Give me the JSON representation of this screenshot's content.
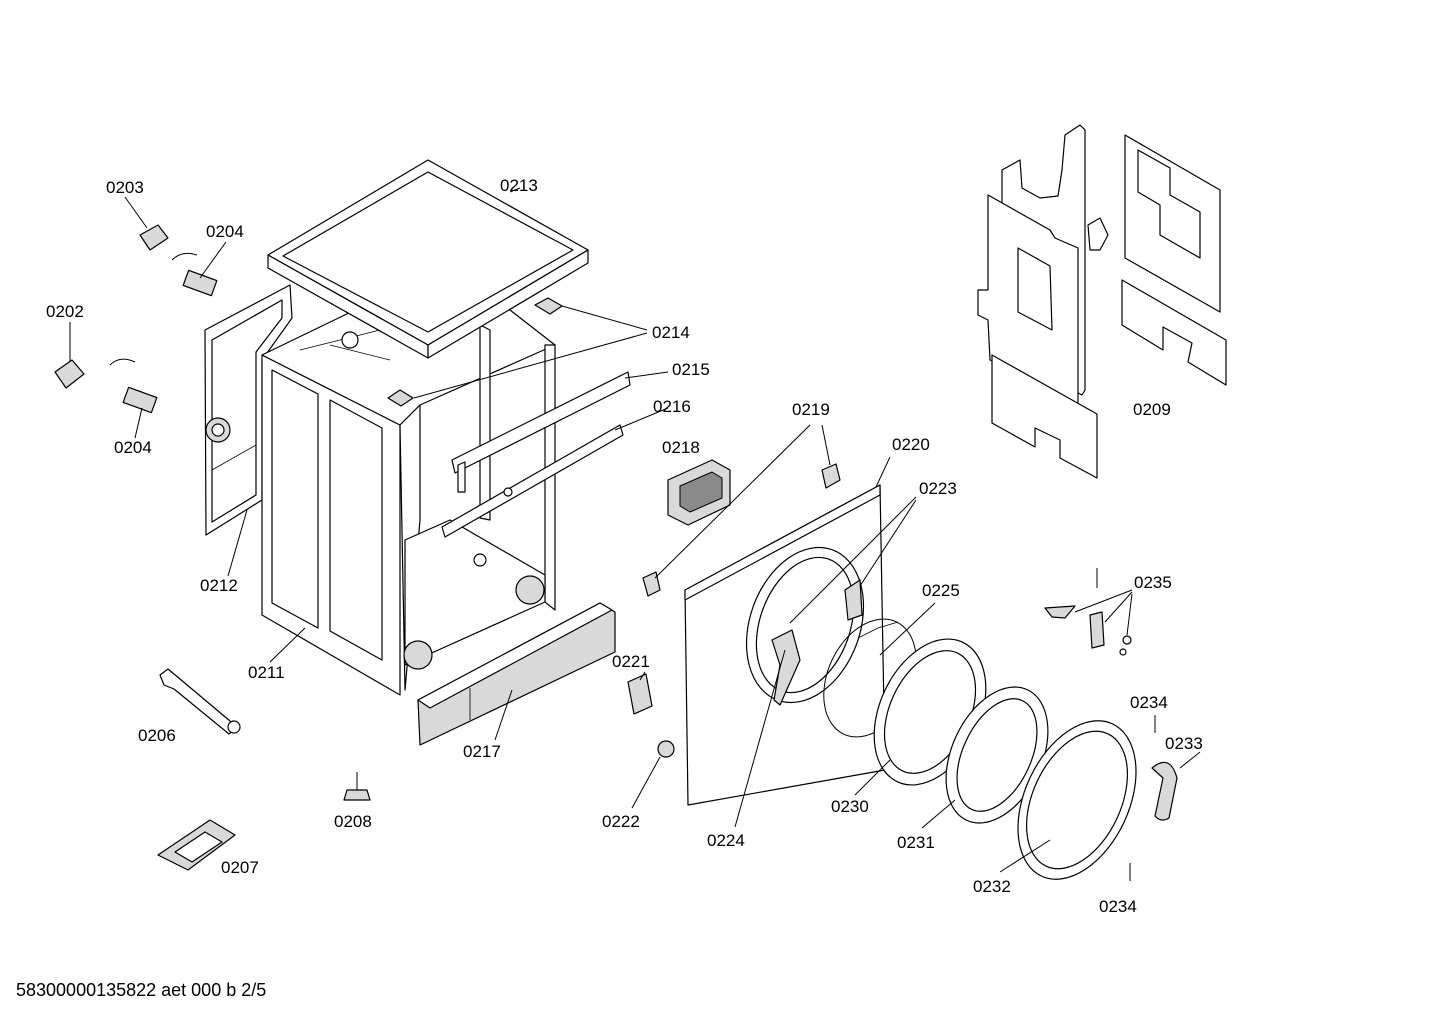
{
  "labels": {
    "p0202": "0202",
    "p0203": "0203",
    "p0204a": "0204",
    "p0204b": "0204",
    "p0206": "0206",
    "p0207": "0207",
    "p0208": "0208",
    "p0209": "0209",
    "p0211": "0211",
    "p0212": "0212",
    "p0213": "0213",
    "p0214": "0214",
    "p0215": "0215",
    "p0216": "0216",
    "p0217": "0217",
    "p0218": "0218",
    "p0219": "0219",
    "p0220": "0220",
    "p0221": "0221",
    "p0222": "0222",
    "p0223": "0223",
    "p0224": "0224",
    "p0225": "0225",
    "p0230": "0230",
    "p0231": "0231",
    "p0232": "0232",
    "p0233": "0233",
    "p0234a": "0234",
    "p0234b": "0234",
    "p0235": "0235"
  },
  "footer": "58300000135822 aet 000 b 2/5"
}
